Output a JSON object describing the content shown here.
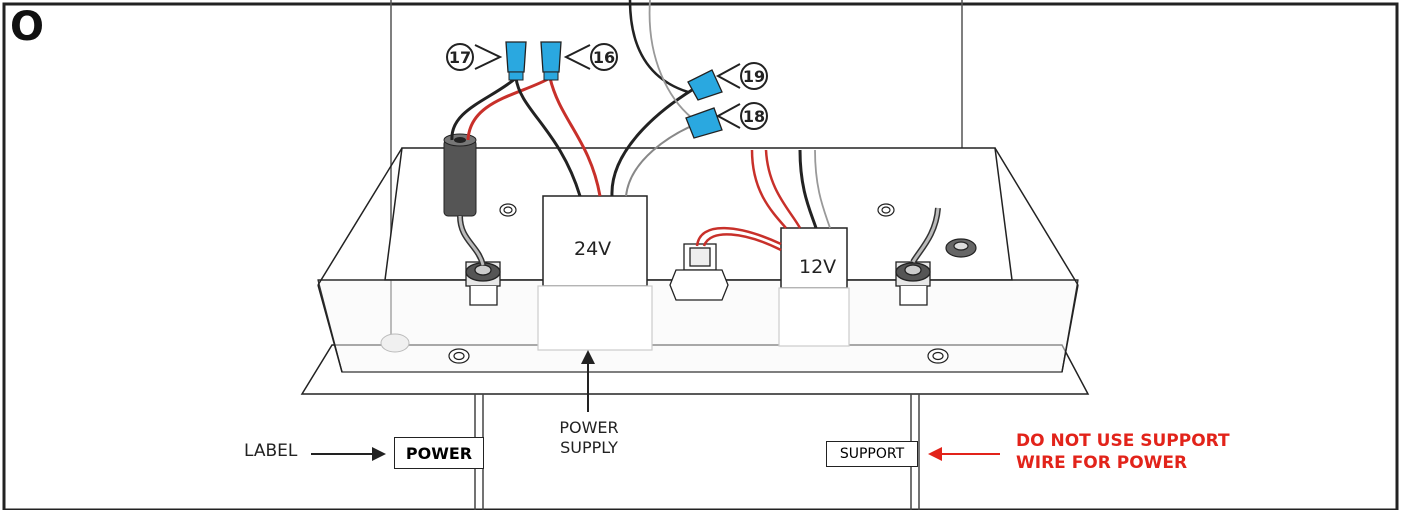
{
  "figure": {
    "step_letter": "O",
    "labels": {
      "label_word": "LABEL",
      "power_tag": "POWER",
      "support_tag": "SUPPORT",
      "power_supply_line1": "POWER",
      "power_supply_line2": "SUPPLY",
      "warning_line1": "DO NOT USE SUPPORT",
      "warning_line2": "WIRE FOR POWER"
    },
    "components": {
      "transformer_24v": "24V",
      "transformer_12v": "12V"
    },
    "callouts": [
      "17",
      "16",
      "19",
      "18"
    ],
    "colors": {
      "wire_nut": "#2aa8e0",
      "red_wire": "#c8302a",
      "warning": "#e2231a",
      "outline": "#222222"
    }
  }
}
